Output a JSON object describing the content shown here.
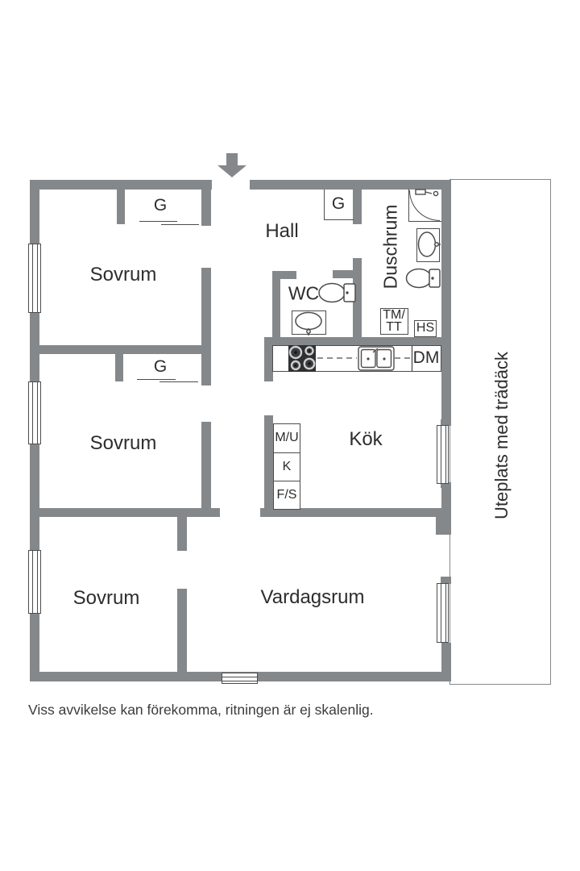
{
  "plan": {
    "rooms": {
      "sovrum_1": "Sovrum",
      "sovrum_2": "Sovrum",
      "sovrum_3": "Sovrum",
      "hall": "Hall",
      "wc": "WC",
      "duschrum": "Duschrum",
      "kok": "Kök",
      "vardagsrum": "Vardagsrum"
    },
    "closet_label": "G",
    "appliances": {
      "tm_tt_line1": "TM/",
      "tm_tt_line2": "TT",
      "hs": "HS",
      "dm": "DM",
      "mu": "M/U",
      "k": "K",
      "fs": "F/S"
    },
    "patio_label": "Uteplats med trädäck",
    "disclaimer": "Viss avvikelse kan förekomma, ritningen är ej skalenlig.",
    "colors": {
      "wall": "#85888a",
      "line": "#4c4c4c",
      "text": "#2d2d2d"
    },
    "icons": [
      "entrance-arrow",
      "shower",
      "washbasin",
      "toilet",
      "stove",
      "kitchen-sink",
      "dishwasher-zone",
      "window"
    ]
  }
}
